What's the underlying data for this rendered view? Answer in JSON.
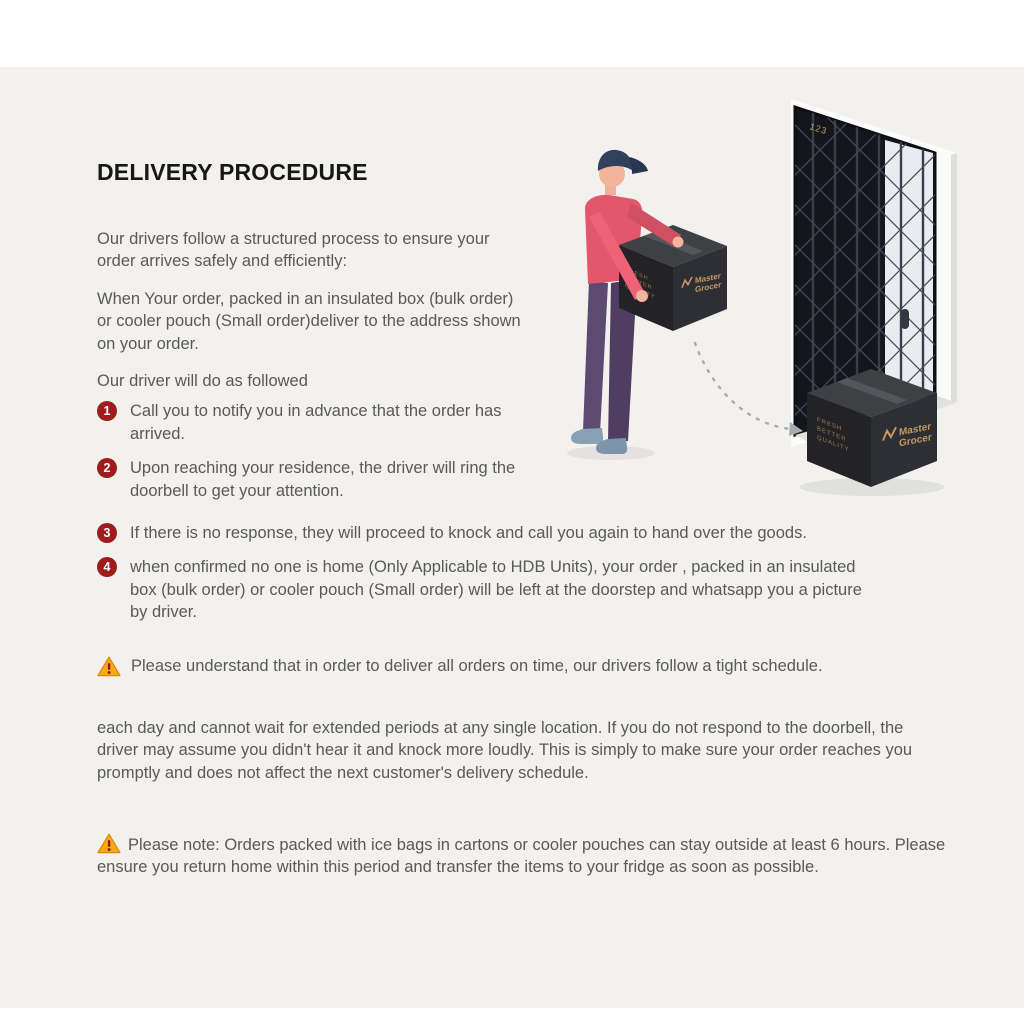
{
  "page": {
    "title": "DELIVERY PROCEDURE",
    "intro_1": "Our drivers follow a structured process to ensure your order arrives safely and efficiently:",
    "intro_2": "When Your order, packed in an insulated box (bulk order) or cooler pouch (Small order)deliver to the address shown on your order.",
    "intro_3": "Our driver will do as followed",
    "steps": [
      {
        "num": "1",
        "text": "Call you to notify you in advance that the order has arrived."
      },
      {
        "num": "2",
        "text": "Upon reaching your residence, the driver will ring the doorbell to get your attention."
      },
      {
        "num": "3",
        "text": "If there is no response, they will proceed to knock and call you again to hand over the goods."
      },
      {
        "num": "4",
        "text": "when confirmed no one is home (Only Applicable to HDB Units), your order , packed in an insulated box (bulk order) or cooler pouch (Small order) will be left at the doorstep and whatsapp you a picture by driver."
      }
    ],
    "warning_1": "Please understand that in order to deliver all orders on time, our drivers follow a tight schedule.",
    "body_1": "each day and cannot wait for extended periods at any single location. If you do not respond to the doorbell, the driver may assume you didn't hear it and knock more loudly. This is simply to make sure your order reaches you promptly and does not affect the next customer's delivery schedule.",
    "warning_2": "Please note: Orders packed with ice bags in cartons or cooler pouches can stay outside at least 6 hours. Please ensure you return home within this period and transfer the items to your fridge as soon as possible."
  },
  "illustration": {
    "door_number": "123",
    "brand_line1": "Master",
    "brand_line2": "Grocer",
    "side_line1": "FRESH",
    "side_line2": "BETTER",
    "side_line3": "QUALITY"
  },
  "colors": {
    "badge": "#9f1c1c",
    "warning_triangle": "#f9a81b",
    "text": "#595959",
    "background": "#f2f1ee",
    "brand_gold": "#c49a62"
  }
}
